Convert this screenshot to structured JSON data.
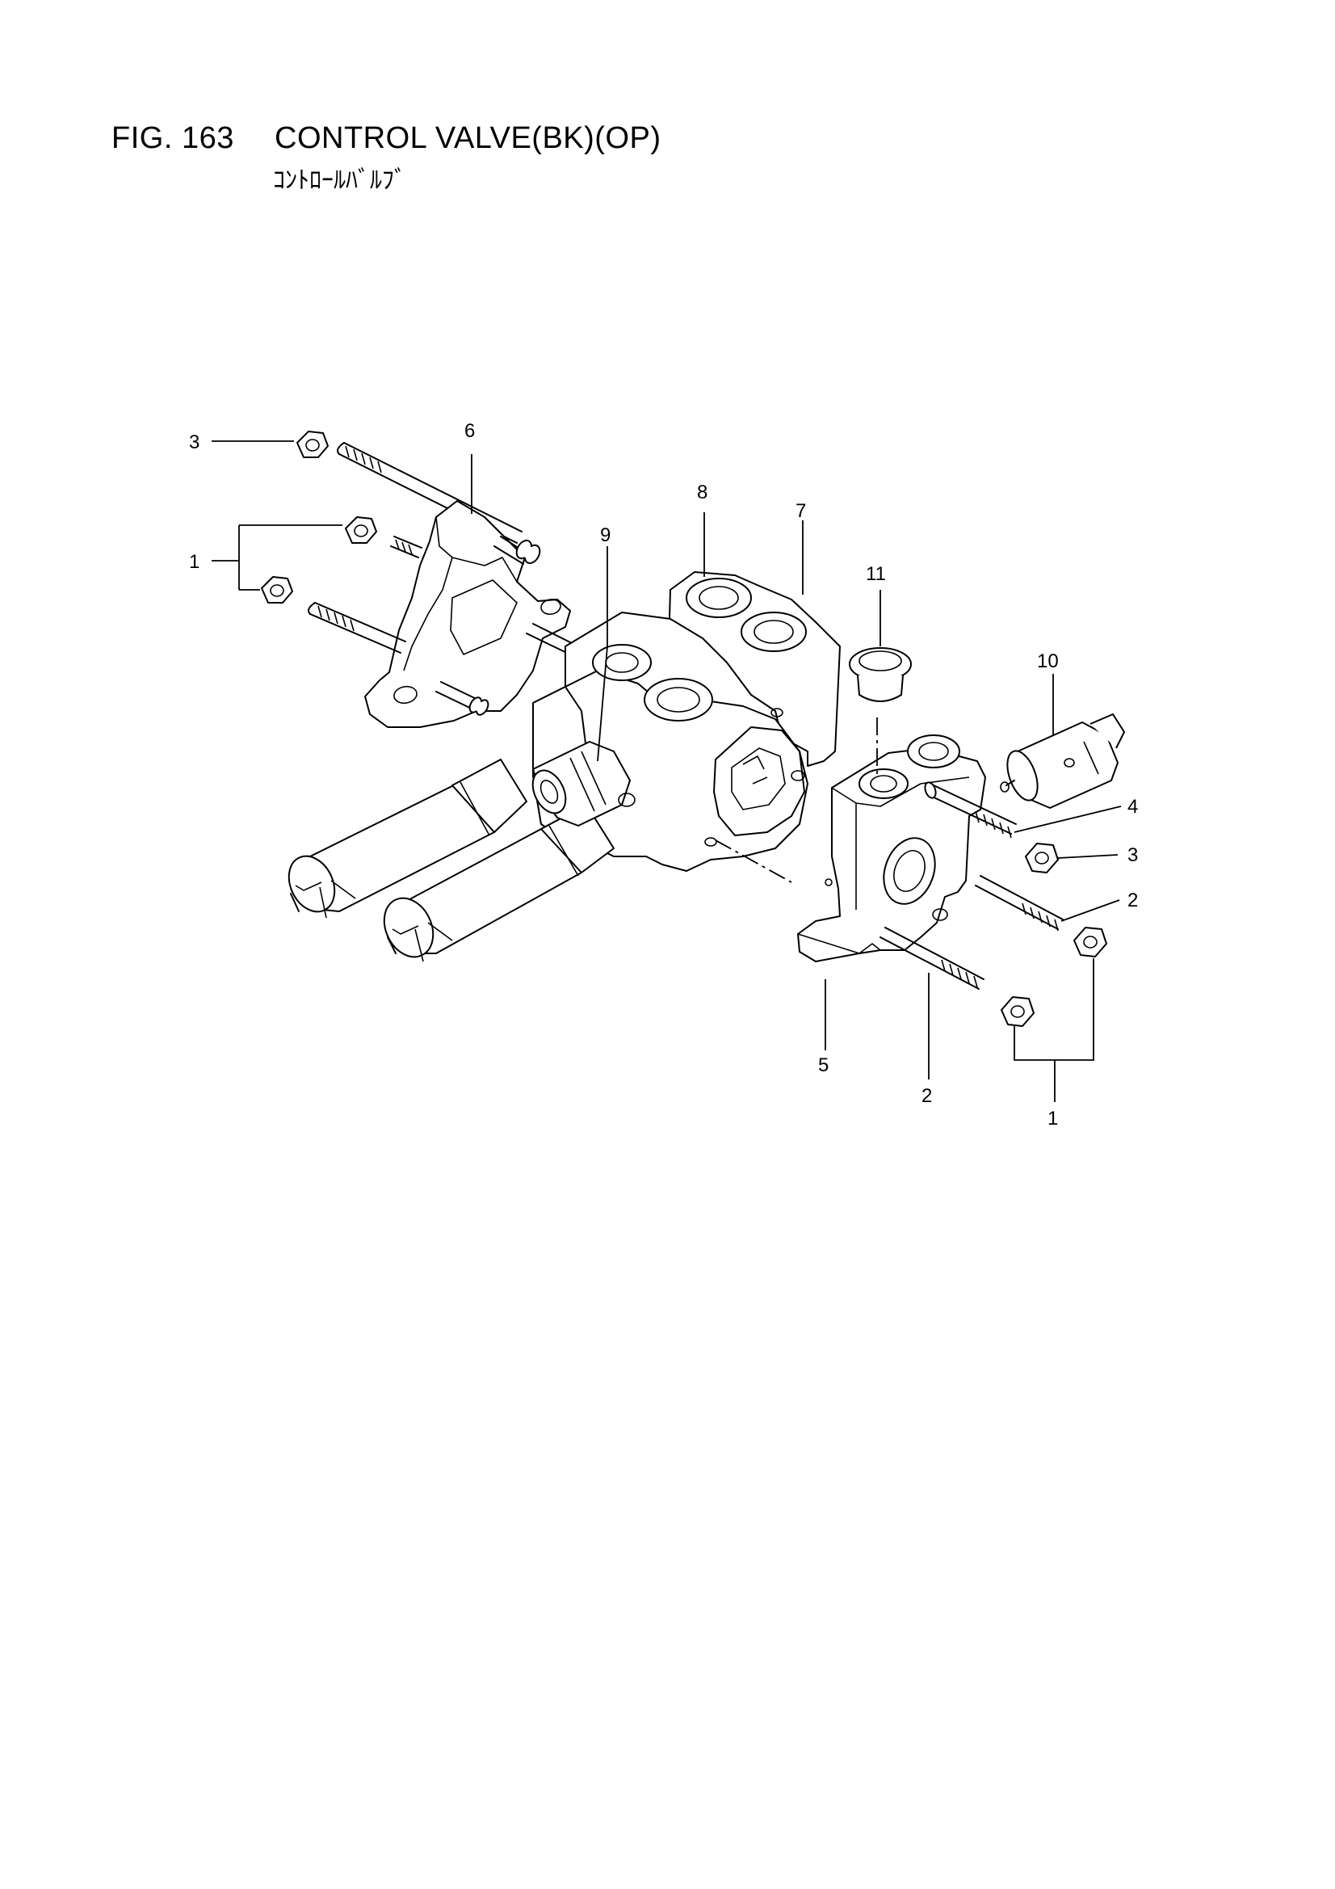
{
  "figure": {
    "number": "FIG. 163",
    "title": "CONTROL VALVE(BK)(OP)",
    "subtitle": "ｺﾝﾄﾛｰﾙﾊﾞﾙﾌﾞ"
  },
  "callouts": [
    {
      "id": "c3a",
      "text": "3"
    },
    {
      "id": "c6",
      "text": "6"
    },
    {
      "id": "c1a",
      "text": "1"
    },
    {
      "id": "c8",
      "text": "8"
    },
    {
      "id": "c7",
      "text": "7"
    },
    {
      "id": "c9",
      "text": "9"
    },
    {
      "id": "c11",
      "text": "11"
    },
    {
      "id": "c10",
      "text": "10"
    },
    {
      "id": "c4",
      "text": "4"
    },
    {
      "id": "c3b",
      "text": "3"
    },
    {
      "id": "c2a",
      "text": "2"
    },
    {
      "id": "c5",
      "text": "5"
    },
    {
      "id": "c2b",
      "text": "2"
    },
    {
      "id": "c1b",
      "text": "1"
    }
  ]
}
